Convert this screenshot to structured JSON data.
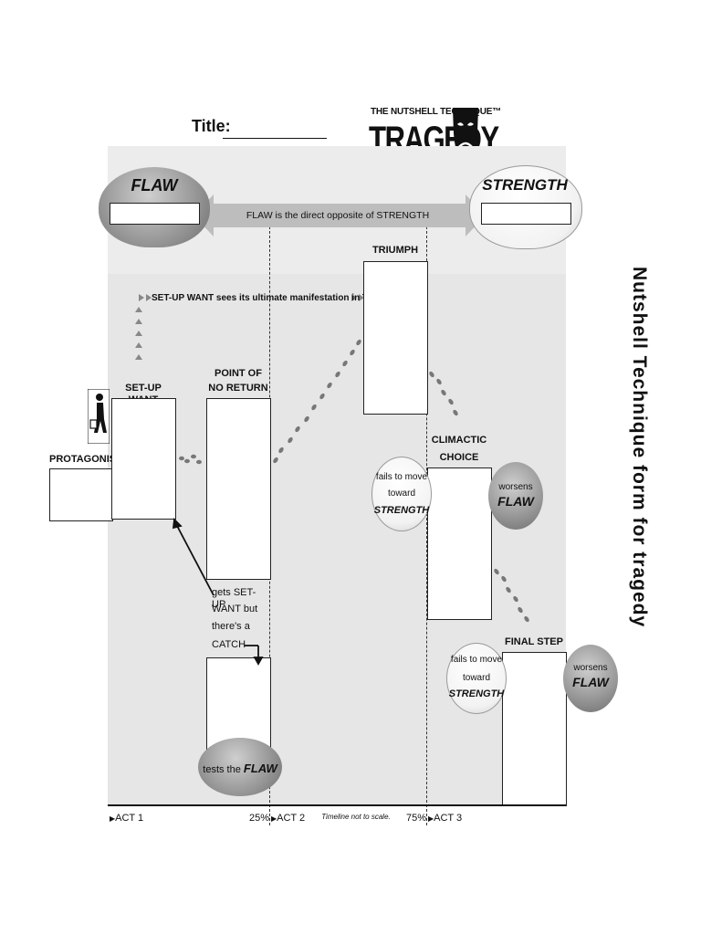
{
  "title_label": "Title:",
  "brand": {
    "line1": "THE NUTSHELL TECHNIQUE™",
    "line2": "TRAGEDY",
    "icon": "tragedy-mask-icon"
  },
  "clouds": {
    "flaw": "FLAW",
    "strength": "STRENGTH"
  },
  "arrow_text": "FLAW is the direct opposite of STRENGTH",
  "setup_manifest": "SET-UP WANT sees its ultimate manifestation in TRIUMPH",
  "boxes": {
    "protagonist": "PROTAGONIST",
    "setup_want": "SET-UP WANT",
    "point_line1": "POINT OF",
    "point_line2": "NO RETURN",
    "triumph": "TRIUMPH",
    "climactic_line1": "CLIMACTIC",
    "climactic_line2": "CHOICE",
    "final_step": "FINAL STEP"
  },
  "catch_text": {
    "line1": "gets SET-UP",
    "line2": "WANT but",
    "line3": "there's a",
    "line4": "CATCH"
  },
  "tests": {
    "prefix": "tests the",
    "flaw": "FLAW"
  },
  "fails1": {
    "line1": "fails to move",
    "line2": "toward",
    "line3": "STRENGTH"
  },
  "worsens1": {
    "line1": "worsens",
    "line2": "FLAW"
  },
  "fails2": {
    "line1": "fails to move",
    "line2": "toward",
    "line3": "STRENGTH"
  },
  "worsens2": {
    "line1": "worsens",
    "line2": "FLAW"
  },
  "timeline": {
    "act1": "ACT 1",
    "pct25": "25%",
    "act2": "ACT 2",
    "note": "Timeline not to scale.",
    "pct75": "75%",
    "act3": "ACT 3"
  },
  "side_title": "Nutshell Technique form for tragedy",
  "colors": {
    "panel": "#e6e6e6",
    "arrow": "#bdbdbd",
    "ink": "#111111",
    "cloud_dark": "#8a8a8a"
  }
}
